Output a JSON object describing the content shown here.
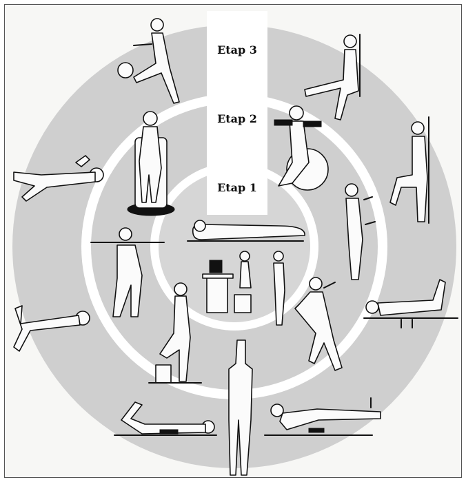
{
  "diagram": {
    "stages": [
      {
        "label": "Etap 1"
      },
      {
        "label": "Etap 2"
      },
      {
        "label": "Etap 3"
      }
    ],
    "colors": {
      "ring": "#cfcfcf",
      "ring_gap": "#ffffff",
      "center": "#d6d6d6",
      "figure_stroke": "#111111",
      "figure_fill": "#fbfbfb"
    }
  }
}
